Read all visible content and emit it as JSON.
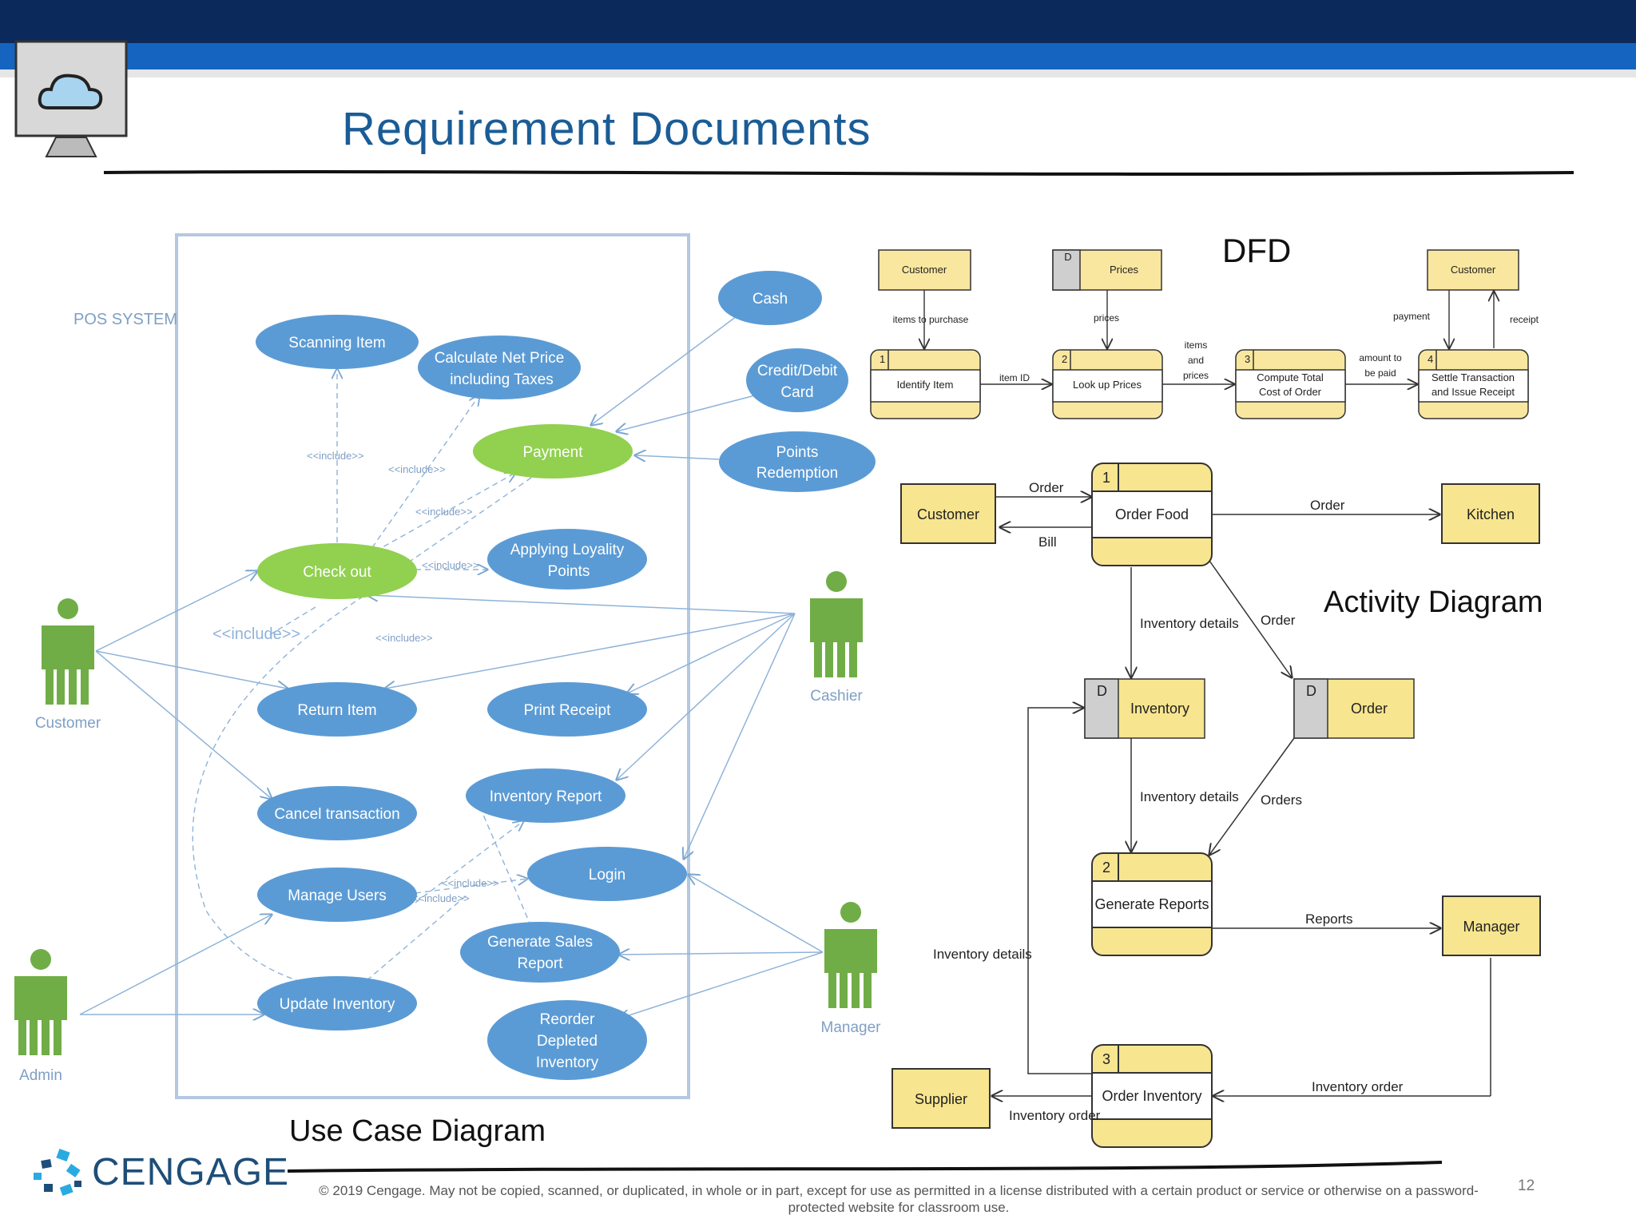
{
  "slide": {
    "title": "Requirement Documents",
    "page_number": "12",
    "copyright": "© 2019 Cengage. May not be copied, scanned, or duplicated, in whole or in part, except for use as permitted in a license distributed with a certain product or service or otherwise on a password-protected website for classroom use.",
    "logo_text": "CENGAGE"
  },
  "colors": {
    "use_case_blue": "#5b9bd5",
    "use_case_green": "#92d050",
    "actor_green": "#70ad47",
    "dfd_yellow": "#f9e79f",
    "dark_navy": "#0b2a5b",
    "title_blue": "#1a5c96"
  },
  "use_case": {
    "caption": "Use Case Diagram",
    "system_label": "POS SYSTEM",
    "actors": [
      "Customer",
      "Cashier",
      "Admin",
      "Manager"
    ],
    "cases": {
      "scanning": "Scanning Item",
      "calc1": "Calculate Net Price",
      "calc2": "including Taxes",
      "cash": "Cash",
      "credit1": "Credit/Debit",
      "credit2": "Card",
      "payment": "Payment",
      "points1": "Points",
      "points2": "Redemption",
      "checkout": "Check out",
      "loyalty1": "Applying Loyality",
      "loyalty2": "Points",
      "return": "Return Item",
      "print": "Print Receipt",
      "cancel": "Cancel transaction",
      "invreport": "Inventory Report",
      "login": "Login",
      "manageusers": "Manage Users",
      "sales1": "Generate Sales",
      "sales2": "Report",
      "updateinv": "Update Inventory",
      "reorder1": "Reorder",
      "reorder2": "Depleted",
      "reorder3": "Inventory"
    },
    "include": "<<include>>"
  },
  "dfd": {
    "title": "DFD",
    "d_label": "D",
    "entities": {
      "customer": "Customer",
      "prices": "Prices",
      "customer2": "Customer"
    },
    "processes": {
      "p1_num": "1",
      "p1": "Identify Item",
      "p2_num": "2",
      "p2": "Look up Prices",
      "p3_num": "3",
      "p3a": "Compute Total",
      "p3b": "Cost of Order",
      "p4_num": "4",
      "p4a": "Settle Transaction",
      "p4b": "and Issue Receipt"
    },
    "flows": {
      "items_to_purchase": "items to purchase",
      "prices": "prices",
      "payment": "payment",
      "receipt": "receipt",
      "item_id": "item ID",
      "items": "items",
      "and": "and",
      "prices2": "prices",
      "amount_to": "amount to",
      "be_paid": "be paid"
    }
  },
  "activity": {
    "title": "Activity Diagram",
    "d_label": "D",
    "entities": {
      "customer": "Customer",
      "kitchen": "Kitchen",
      "manager": "Manager",
      "supplier": "Supplier"
    },
    "stores": {
      "inventory": "Inventory",
      "order": "Order"
    },
    "processes": {
      "p1_num": "1",
      "p1": "Order Food",
      "p2_num": "2",
      "p2": "Generate Reports",
      "p3_num": "3",
      "p3": "Order Inventory"
    },
    "flows": {
      "order_in": "Order",
      "bill": "Bill",
      "order_kitchen": "Order",
      "inv_details1": "Inventory details",
      "order_store": "Order",
      "inv_details2": "Inventory details",
      "orders": "Orders",
      "reports": "Reports",
      "inv_details3": "Inventory details",
      "inv_order1": "Inventory order",
      "inv_order2": "Inventory order"
    }
  }
}
